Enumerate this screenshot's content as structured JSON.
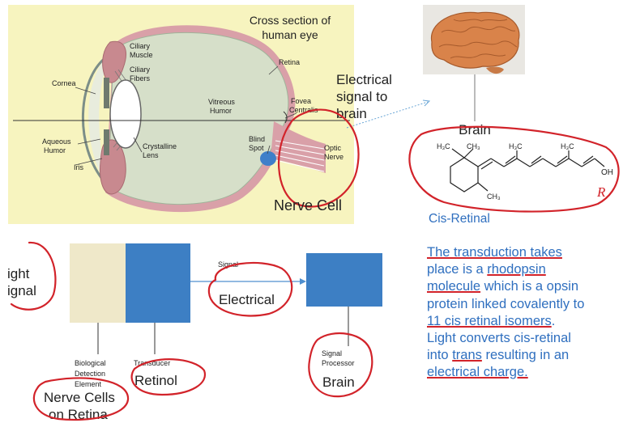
{
  "eye": {
    "title_line1": "Cross section of",
    "title_line2": "human eye",
    "labels": {
      "ciliary_muscle_1": "Ciliary",
      "ciliary_muscle_2": "Muscle",
      "ciliary_fibers_1": "Ciliary",
      "ciliary_fibers_2": "Fibers",
      "cornea": "Cornea",
      "aqueous_1": "Aqueous",
      "aqueous_2": "Humor",
      "iris": "Iris",
      "lens_1": "Crystalline",
      "lens_2": "Lens",
      "vitreous_1": "Vitreous",
      "vitreous_2": "Humor",
      "retina": "Retina",
      "fovea_1": "Fovea",
      "fovea_2": "Centralis",
      "blind_1": "Blind",
      "blind_2": "Spot",
      "optic_1": "Optic",
      "optic_2": "Nerve"
    }
  },
  "annotations": {
    "signal_line1": "Electrical",
    "signal_line2": "signal to",
    "signal_line3": "brain",
    "nerve_cell": "Nerve Cell",
    "brain_label": "Brain",
    "cis_retinal": "Cis-Retinal"
  },
  "molecule": {
    "group1a": "H₃C",
    "group1b": "CH₃",
    "group2": "H₃C",
    "group3": "H₃C",
    "group4": "CH₃",
    "oh": "OH",
    "r_mark": "R"
  },
  "flow": {
    "light_1": "ight",
    "light_2": "ignal",
    "signal_small": "Signal",
    "electrical": "Electrical",
    "bio_1": "Biological",
    "bio_2": "Detection",
    "bio_3": "Element",
    "transducer": "Transducer",
    "retinol": "Retinol",
    "processor_1": "Signal",
    "processor_2": "Processor",
    "brain": "Brain",
    "nerve_1": "Nerve Cells",
    "nerve_2": "on Retina"
  },
  "callout": {
    "l1": "The transduction takes",
    "l2a": "place is a ",
    "l2b": "rhodopsin",
    "l3a": "molecule",
    "l3b": " which is a opsin",
    "l4": "protein linked covalently to",
    "l5": "11 cis retinal isomers",
    "l5b": ".",
    "l6": "Light converts cis-retinal",
    "l7a": "into ",
    "l7b": "trans",
    "l7c": " resulting in an",
    "l8": "electrical charge."
  },
  "colors": {
    "panel_bg": "#f7f4bf",
    "eye_fill": "#d6dfc9",
    "retina_pink": "#d9a0a8",
    "ink_red": "#d2232a",
    "text_blue": "#2f6fbf",
    "box_blue": "#3d7fc4",
    "box_beige": "#efe8c9"
  }
}
